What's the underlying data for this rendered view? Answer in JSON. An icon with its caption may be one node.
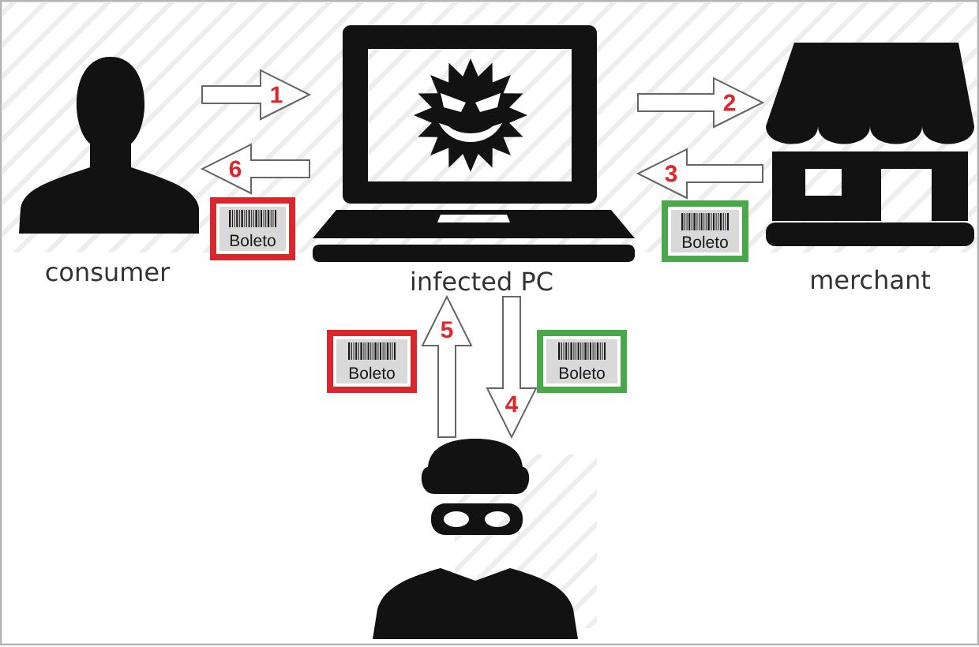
{
  "diagram": {
    "nodes": [
      {
        "text": [
          "consumer"
        ]
      },
      {
        "text": [
          "infected PC"
        ]
      },
      {
        "text": [
          "merchant"
        ]
      },
      {
        "text": [
          "Boleto"
        ]
      },
      {
        "text": [
          "Boleto"
        ]
      },
      {
        "text": [
          "Boleto"
        ]
      },
      {
        "text": [
          "Boleto"
        ]
      },
      {
        "text": [],
        "shape": "person"
      }
    ],
    "edges": [
      {
        "from": 0,
        "to": 1,
        "arrow": "to",
        "label": "1"
      },
      {
        "from": 1,
        "to": 2,
        "arrow": "to",
        "label": "2"
      },
      {
        "from": 2,
        "to": 1,
        "arrow": "to",
        "label": "3"
      },
      {
        "from": 1,
        "to": 7,
        "arrow": "to",
        "label": "4"
      },
      {
        "from": 7,
        "to": 1,
        "arrow": "to",
        "label": "5"
      },
      {
        "from": 1,
        "to": 0,
        "arrow": "to",
        "label": "6"
      }
    ]
  }
}
